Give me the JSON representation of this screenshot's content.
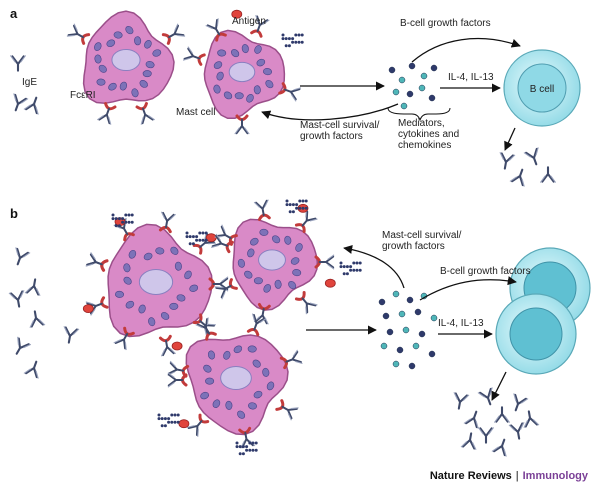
{
  "panels": {
    "a": {
      "letter": "a",
      "labels": {
        "ige": "IgE",
        "fceri": "FcεRI",
        "antigen": "Antigen",
        "mast_cell": "Mast cell",
        "b_cell_growth": "B-cell growth factors",
        "il": "IL-4, IL-13",
        "b_cell": "B cell",
        "mast_survival": [
          "Mast-cell survival/",
          "growth factors"
        ],
        "mediators": [
          "Mediators,",
          "cytokines and",
          "chemokines"
        ]
      }
    },
    "b": {
      "letter": "b",
      "labels": {
        "mast_survival": [
          "Mast-cell survival/",
          "growth factors"
        ],
        "b_cell_growth": "B-cell growth factors",
        "il": "IL-4, IL-13"
      }
    }
  },
  "credit": {
    "publisher": "Nature Reviews",
    "separator": "|",
    "journal": "Immunology"
  },
  "colors": {
    "mast_cell": "#d98ac7",
    "nucleus": "#cfc6ea",
    "granule": "#7d72b8",
    "b_cell": "#8fd9e6",
    "receptor": "#c23b3b",
    "antibody": "#3f4a6a",
    "mediator_teal": "#4fb6b8",
    "mediator_navy": "#2f3a6b"
  }
}
